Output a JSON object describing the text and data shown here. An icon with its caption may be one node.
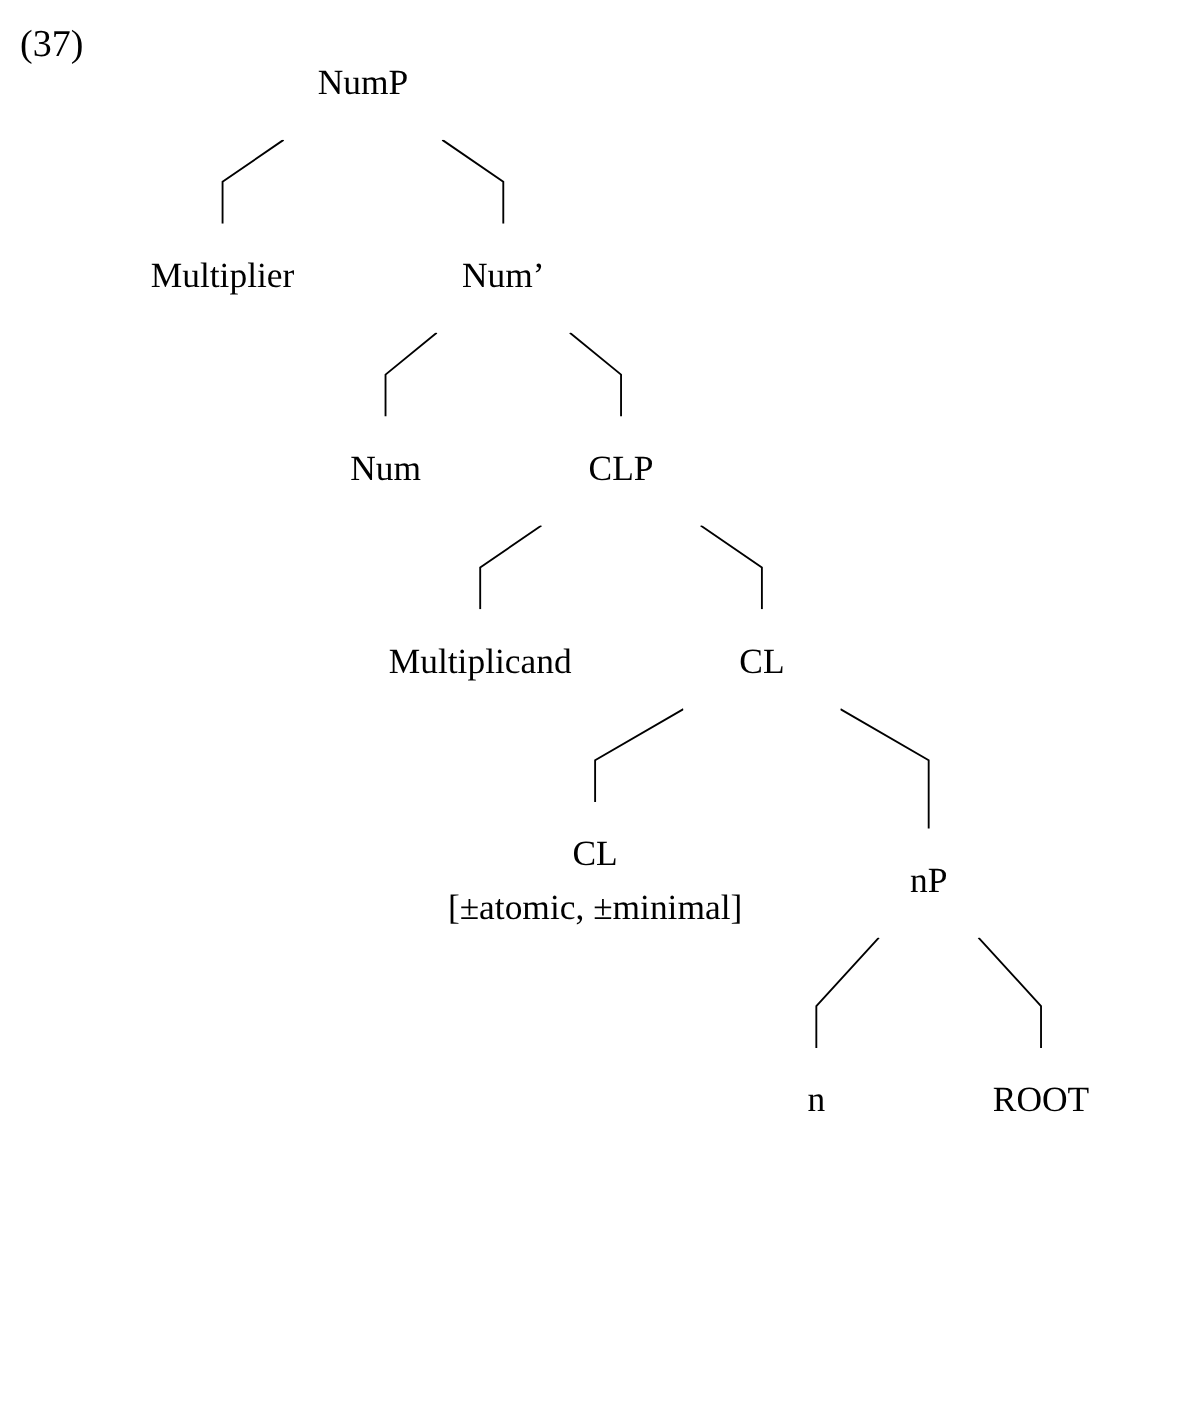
{
  "diagram": {
    "nodes": [
      {
        "text": [
          "NumP"
        ]
      },
      {
        "text": [
          "Multiplier"
        ]
      },
      {
        "text": [
          "Num’"
        ]
      },
      {
        "text": [
          "Num"
        ]
      },
      {
        "text": [
          "CLP"
        ]
      },
      {
        "text": [
          "Multiplicand"
        ]
      },
      {
        "text": [
          "CL"
        ]
      },
      {
        "text": [
          "CL",
          "[±atomic, ±minimal]"
        ]
      },
      {
        "text": [
          "nP"
        ]
      },
      {
        "text": [
          "n"
        ]
      },
      {
        "text": [
          "ROOT"
        ]
      }
    ],
    "edges": [
      {
        "from": 0,
        "to": 1,
        "arrow": "none"
      },
      {
        "from": 0,
        "to": 2,
        "arrow": "none"
      },
      {
        "from": 2,
        "to": 3,
        "arrow": "none"
      },
      {
        "from": 2,
        "to": 4,
        "arrow": "none"
      },
      {
        "from": 4,
        "to": 5,
        "arrow": "none"
      },
      {
        "from": 4,
        "to": 6,
        "arrow": "none"
      },
      {
        "from": 6,
        "to": 7,
        "arrow": "none"
      },
      {
        "from": 6,
        "to": 8,
        "arrow": "none"
      },
      {
        "from": 8,
        "to": 9,
        "arrow": "none"
      },
      {
        "from": 8,
        "to": 10,
        "arrow": "none"
      }
    ],
    "labels": [
      "(37)"
    ]
  }
}
